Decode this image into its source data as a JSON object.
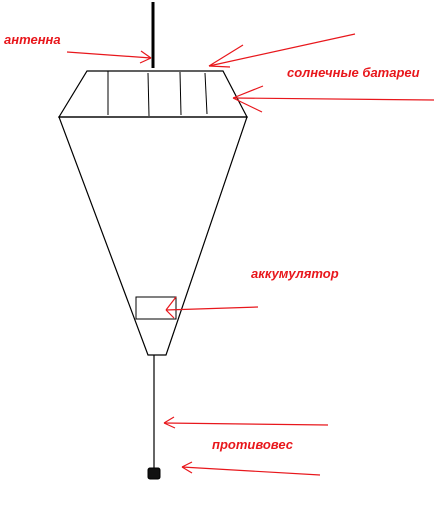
{
  "labels": {
    "antenna": "антенна",
    "solar_panels": "солнечные батареи",
    "battery": "аккумулятор",
    "counterweight": "противовес"
  },
  "colors": {
    "label_color": "#e8171c",
    "arrow_color": "#e8171c",
    "line_color": "#000000",
    "background": "#ffffff"
  }
}
